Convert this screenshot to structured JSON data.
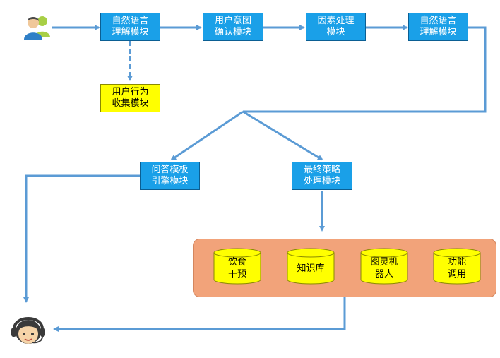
{
  "flow": {
    "nlu_module_1": "自然语言\n理解模块",
    "intent_confirm": "用户意图\n确认模块",
    "factor_processing": "因素处理\n模块",
    "nlu_module_2": "自然语言\n理解模块",
    "behavior_collect": "用户行为\n收集模块",
    "qa_template": "问答模板\n引擎模块",
    "final_strategy": "最终策略\n处理模块"
  },
  "resources": {
    "diet_intervention": "饮食\n干预",
    "knowledge_base": "知识库",
    "turing_robot": "图灵机\n器人",
    "function_call": "功能\n调用"
  },
  "colors": {
    "process_box": "#1aa0e8",
    "highlight_box": "#ffff00",
    "panel": "#f2a37a",
    "connector": "#5b9bd5"
  },
  "icons": {
    "start": "user-group-icon",
    "end": "customer-service-icon"
  }
}
